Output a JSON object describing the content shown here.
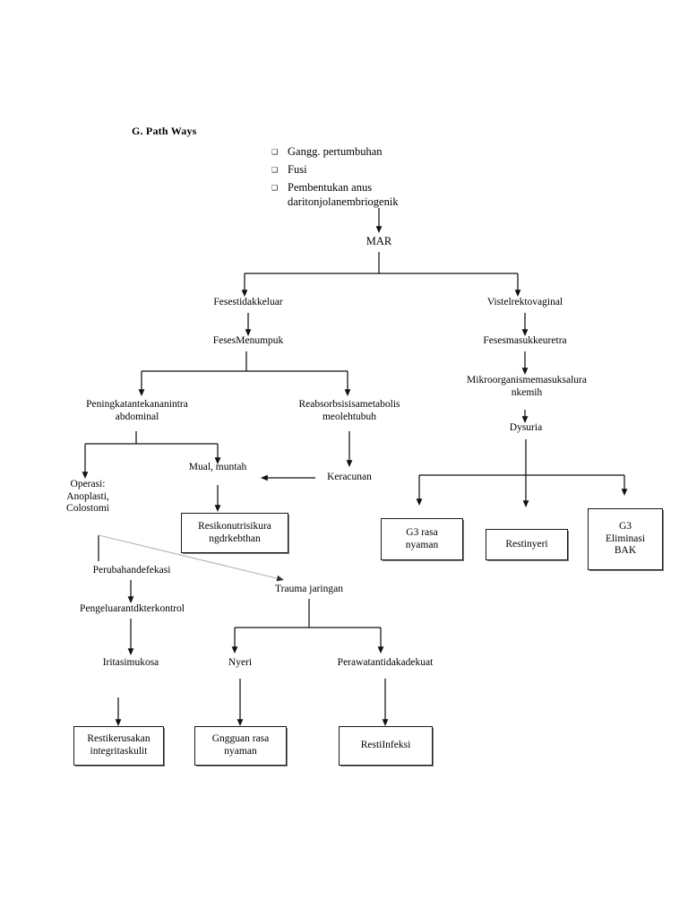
{
  "document": {
    "heading": "G. Path Ways",
    "bullet_marker": "❑"
  },
  "causes": {
    "items": [
      "Gangg. pertumbuhan",
      "Fusi",
      "Pembentukan anus\ndaritonjolanembriogenik"
    ]
  },
  "chart_data": {
    "type": "diagram",
    "title": "G. Path Ways",
    "subtype": "pathophysiology-flowchart",
    "root": "MAR",
    "nodes": [
      {
        "id": "causes",
        "label": "Gangg. pertumbuhan / Fusi / Pembentukan anus daritonjolanembriogenik",
        "shape": "bullet-list"
      },
      {
        "id": "mar",
        "label": "MAR",
        "shape": "text"
      },
      {
        "id": "feses_tdk",
        "label": "Fesestidakkeluar",
        "shape": "text"
      },
      {
        "id": "vistel",
        "label": "Vistelrektovaginal",
        "shape": "text"
      },
      {
        "id": "feses_menumpuk",
        "label": "FesesMenumpuk",
        "shape": "text"
      },
      {
        "id": "feses_uretra",
        "label": "Fesesmasukkeuretra",
        "shape": "text"
      },
      {
        "id": "peningkatan",
        "label": "Peningkatantekananintra abdominal",
        "shape": "text"
      },
      {
        "id": "reabsorbsi",
        "label": "Reabsorbsisisametabolis meolehtubuh",
        "shape": "text"
      },
      {
        "id": "mikro",
        "label": "Mikroorganismemasuksalura nkemih",
        "shape": "text"
      },
      {
        "id": "dysuria",
        "label": "Dysuria",
        "shape": "text"
      },
      {
        "id": "operasi",
        "label": "Operasi: Anoplasti, Colostomi",
        "shape": "text"
      },
      {
        "id": "mual",
        "label": "Mual, muntah",
        "shape": "text"
      },
      {
        "id": "keracunan",
        "label": "Keracunan",
        "shape": "text"
      },
      {
        "id": "resikonutrisi",
        "label": "Resikonutrisikura ngdrkebthan",
        "shape": "box"
      },
      {
        "id": "g3rasa",
        "label": "G3 rasa nyaman",
        "shape": "box"
      },
      {
        "id": "restinyeri",
        "label": "Restinyeri",
        "shape": "box"
      },
      {
        "id": "g3elim",
        "label": "G3 Eliminasi BAK",
        "shape": "box"
      },
      {
        "id": "perubahan",
        "label": "Perubahandefekasi",
        "shape": "text"
      },
      {
        "id": "trauma",
        "label": "Trauma jaringan",
        "shape": "text"
      },
      {
        "id": "pengeluaran",
        "label": "Pengeluarantdkterkontrol",
        "shape": "text"
      },
      {
        "id": "nyeri",
        "label": "Nyeri",
        "shape": "text"
      },
      {
        "id": "perawatan",
        "label": "Perawatantidakadekuat",
        "shape": "text"
      },
      {
        "id": "iritasi",
        "label": "Iritasimukosa",
        "shape": "text"
      },
      {
        "id": "restikerusakan",
        "label": "Restikerusakan integritaskulit",
        "shape": "box"
      },
      {
        "id": "gngguan",
        "label": "Gngguan rasa nyaman",
        "shape": "box"
      },
      {
        "id": "restiinfeksi",
        "label": "RestiInfeksi",
        "shape": "box"
      }
    ],
    "edges": [
      {
        "from": "causes",
        "to": "mar"
      },
      {
        "from": "mar",
        "to": "feses_tdk"
      },
      {
        "from": "mar",
        "to": "vistel"
      },
      {
        "from": "feses_tdk",
        "to": "feses_menumpuk"
      },
      {
        "from": "vistel",
        "to": "feses_uretra"
      },
      {
        "from": "feses_menumpuk",
        "to": "peningkatan"
      },
      {
        "from": "feses_menumpuk",
        "to": "reabsorbsi"
      },
      {
        "from": "feses_uretra",
        "to": "mikro"
      },
      {
        "from": "mikro",
        "to": "dysuria"
      },
      {
        "from": "peningkatan",
        "to": "operasi"
      },
      {
        "from": "peningkatan",
        "to": "mual"
      },
      {
        "from": "reabsorbsi",
        "to": "keracunan"
      },
      {
        "from": "keracunan",
        "to": "mual",
        "direction": "left"
      },
      {
        "from": "mual",
        "to": "resikonutrisi"
      },
      {
        "from": "dysuria",
        "to": "g3rasa"
      },
      {
        "from": "dysuria",
        "to": "restinyeri"
      },
      {
        "from": "dysuria",
        "to": "g3elim"
      },
      {
        "from": "operasi",
        "to": "perubahan"
      },
      {
        "from": "operasi",
        "to": "trauma",
        "style": "diagonal-gray"
      },
      {
        "from": "perubahan",
        "to": "pengeluaran"
      },
      {
        "from": "trauma",
        "to": "nyeri"
      },
      {
        "from": "trauma",
        "to": "perawatan"
      },
      {
        "from": "pengeluaran",
        "to": "iritasi"
      },
      {
        "from": "iritasi",
        "to": "restikerusakan"
      },
      {
        "from": "nyeri",
        "to": "gngguan"
      },
      {
        "from": "perawatan",
        "to": "restiinfeksi"
      }
    ]
  },
  "labels": {
    "mar": "MAR",
    "feses_tdk": "Fesestidakkeluar",
    "vistel": "Vistelrektovaginal",
    "feses_menumpuk": "FesesMenumpuk",
    "feses_uretra": "Fesesmasukkeuretra",
    "peningkatan": "Peningkatantekananintra\nabdominal",
    "reabsorbsi": "Reabsorbsisisametabolis\nmeolehtubuh",
    "mikro": "Mikroorganismemasuksalura\nnkemih",
    "dysuria": "Dysuria",
    "operasi": "Operasi:\nAnoplasti,\nColostomi",
    "mual": "Mual, muntah",
    "keracunan": "Keracunan",
    "resikonutrisi": "Resikonutrisikura\nngdrkebthan",
    "g3rasa": "G3 rasa\nnyaman",
    "restinyeri": "Restinyeri",
    "g3elim": "G3\nEliminasi\nBAK",
    "perubahan": "Perubahandefekasi",
    "trauma": "Trauma jaringan",
    "pengeluaran": "Pengeluarantdkterkontrol",
    "nyeri": "Nyeri",
    "perawatan": "Perawatantidakadekuat",
    "iritasi": "Iritasimukosa",
    "restikerusakan": "Restikerusakan\nintegritaskulit",
    "gngguan": "Gngguan rasa\nnyaman",
    "restiinfeksi": "RestiInfeksi"
  },
  "colors": {
    "ink": "#000000",
    "line": "#1a1a1a",
    "diagonal": "#b0b0b0",
    "page": "#ffffff"
  }
}
